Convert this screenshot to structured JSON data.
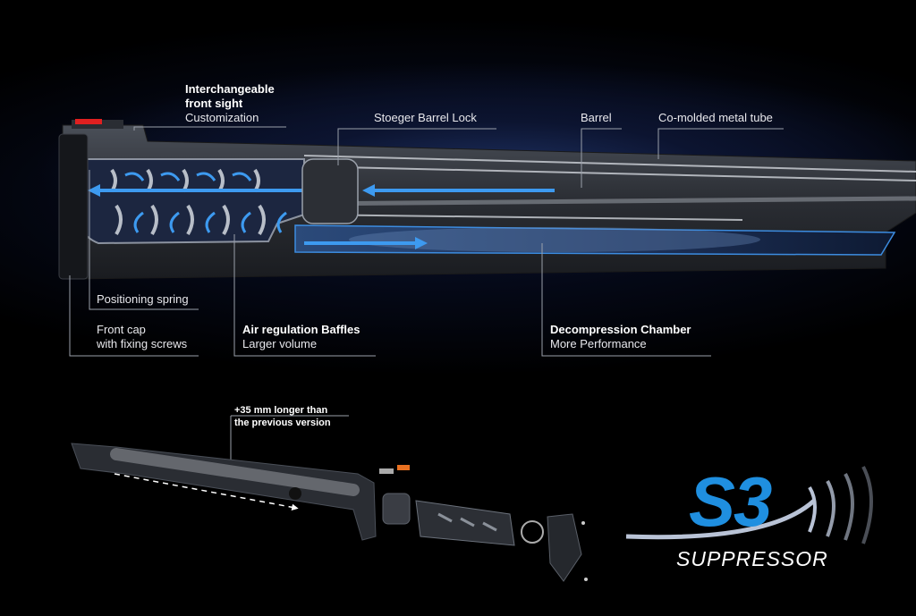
{
  "labels": {
    "front_sight": [
      "Interchangeable",
      "front sight",
      "Customization"
    ],
    "barrel_lock": "Stoeger Barrel Lock",
    "barrel": "Barrel",
    "metal_tube": "Co-molded metal tube",
    "positioning_spring": "Positioning spring",
    "front_cap": [
      "Front cap",
      "with fixing screws"
    ],
    "air_baffles": [
      "Air regulation Baffles",
      "Larger volume"
    ],
    "decompression": [
      "Decompression Chamber",
      "More Performance"
    ],
    "longer_note": [
      "+35 mm longer than",
      "the previous version"
    ]
  },
  "logo": {
    "main": "S3",
    "sub": "SUPPRESSOR"
  },
  "colors": {
    "accent_blue": "#2f8fe0",
    "sight_red": "#e02020",
    "line_grey": "#9aa0aa"
  }
}
